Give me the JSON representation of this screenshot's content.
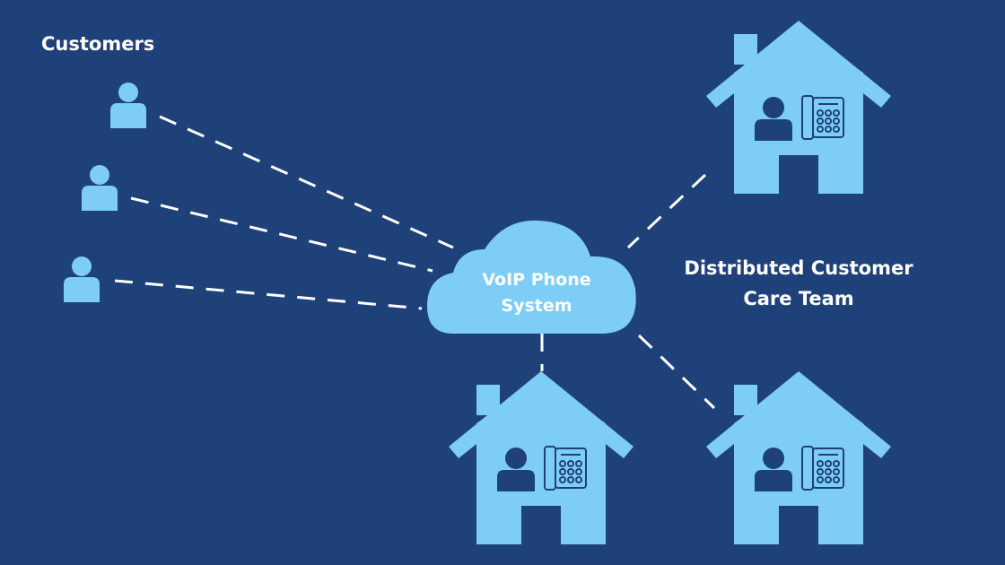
{
  "title": "Customers",
  "cloud": {
    "line1": "VoIP Phone",
    "line2": "System"
  },
  "team": {
    "line1": "Distributed Customer",
    "line2": "Care Team"
  },
  "icons": {
    "customer": "person-icon",
    "home": "house-icon",
    "phone": "desk-phone-icon",
    "network": "cloud-icon"
  },
  "colors": {
    "background": "#1f4179",
    "icon": "#7dcdf7",
    "line": "#ffffff"
  }
}
